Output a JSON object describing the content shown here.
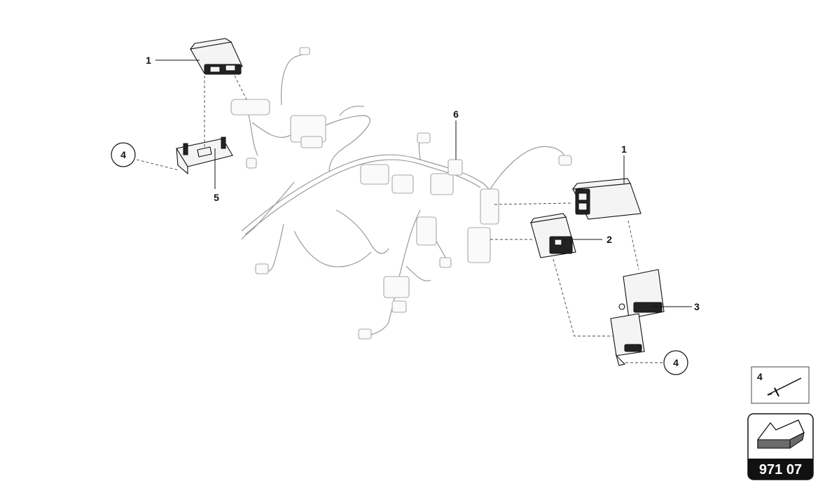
{
  "callouts": {
    "ecu_top_left": "1",
    "ecu_right": "1",
    "module_2": "2",
    "bracket_3": "3",
    "rivet_left": "4",
    "rivet_right": "4",
    "bracket_5": "5",
    "harness_6": "6"
  },
  "legend": {
    "rivet_number": "4"
  },
  "badge": {
    "page_number": "971 07"
  },
  "colors": {
    "line": "#111111",
    "ghost_line": "#9a9a9a",
    "badge_bg": "#111111",
    "arrow_fill": "#6b6b6b"
  }
}
